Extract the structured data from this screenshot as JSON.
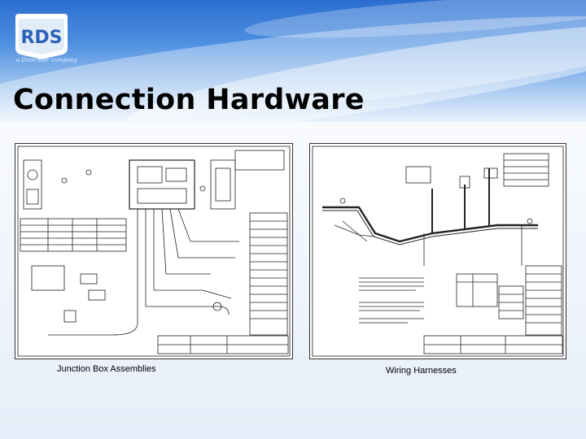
{
  "slide": {
    "title": "Connection Hardware",
    "logo_text": "RDS",
    "tagline": "a Dinn-Star company",
    "captions": {
      "left": "Junction Box Assemblies",
      "right": "Wiring Harnesses"
    }
  },
  "colors": {
    "header_blue": "#2c6ed0",
    "title_text": "#000000",
    "drawing_line": "#222222"
  },
  "icons": {
    "logo": "rds-shield-logo"
  }
}
